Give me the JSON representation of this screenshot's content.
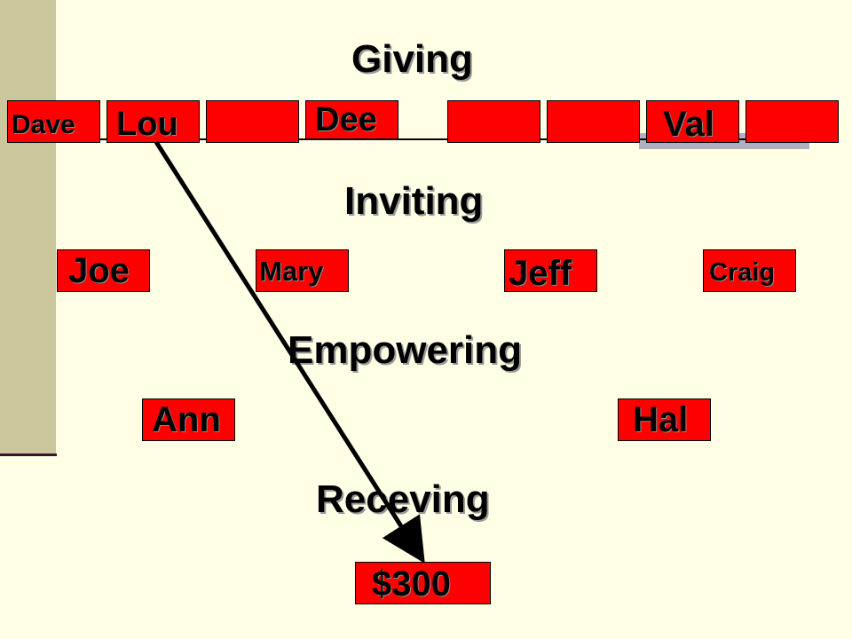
{
  "headings": {
    "giving": "Giving",
    "inviting": "Inviting",
    "empowering": "Empowering",
    "receiving": "Receving"
  },
  "giving_row": [
    "Dave",
    "Lou",
    "",
    "Dee",
    "",
    "",
    "Val",
    ""
  ],
  "inviting_row": [
    "Joe",
    "Mary",
    "Jeff",
    "Craig"
  ],
  "empowering_row": [
    "Ann",
    "Hal"
  ],
  "result": "$300",
  "colors": {
    "box": "#ff0000",
    "background": "#ffffe6",
    "sidebar": "#cbc79a"
  }
}
